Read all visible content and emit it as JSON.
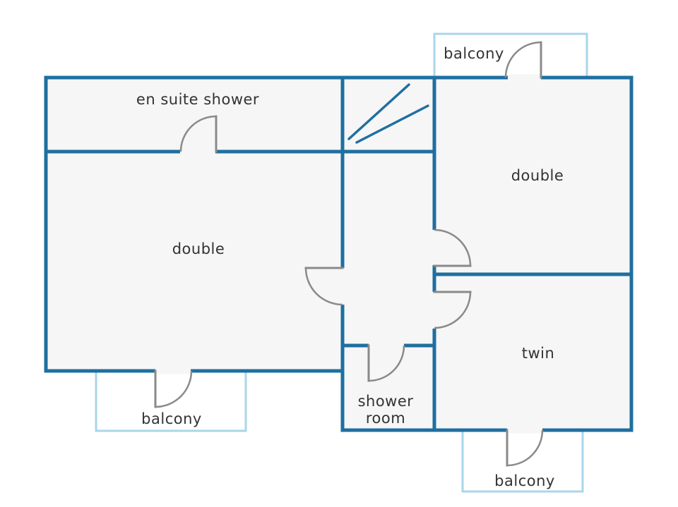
{
  "rooms": {
    "en_suite_shower": "en suite shower",
    "double_left": "double",
    "double_right": "double",
    "twin": "twin",
    "shower_room_line1": "shower",
    "shower_room_line2": "room"
  },
  "balconies": {
    "top_right": "balcony",
    "bottom_left": "balcony",
    "bottom_right": "balcony"
  },
  "colors": {
    "wall": "#1f6fa0",
    "balcony": "#a9d6ea",
    "floor": "#f6f6f7",
    "door": "#8a8a8a",
    "text": "#333333"
  }
}
